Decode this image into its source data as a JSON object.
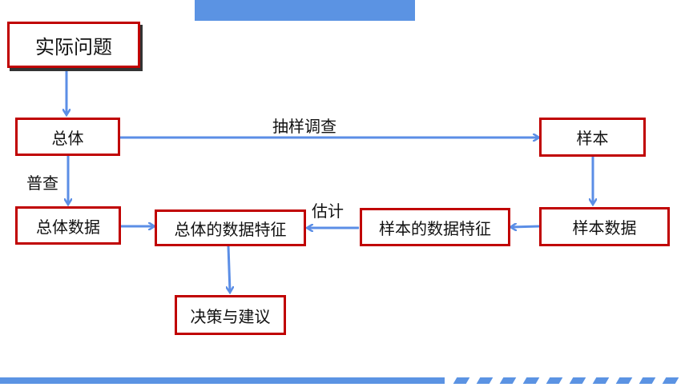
{
  "boxes": {
    "practical_problem": "实际问题",
    "population": "总体",
    "sample": "样本",
    "population_data": "总体数据",
    "population_features": "总体的数据特征",
    "sample_features": "样本的数据特征",
    "sample_data": "样本数据",
    "decision": "决策与建议"
  },
  "labels": {
    "sampling_survey": "抽样调查",
    "census": "普查",
    "estimate": "估计"
  },
  "colors": {
    "arrow": "#5b8ee6",
    "box_border": "#c00000",
    "accent_bar": "#5b93e3"
  }
}
